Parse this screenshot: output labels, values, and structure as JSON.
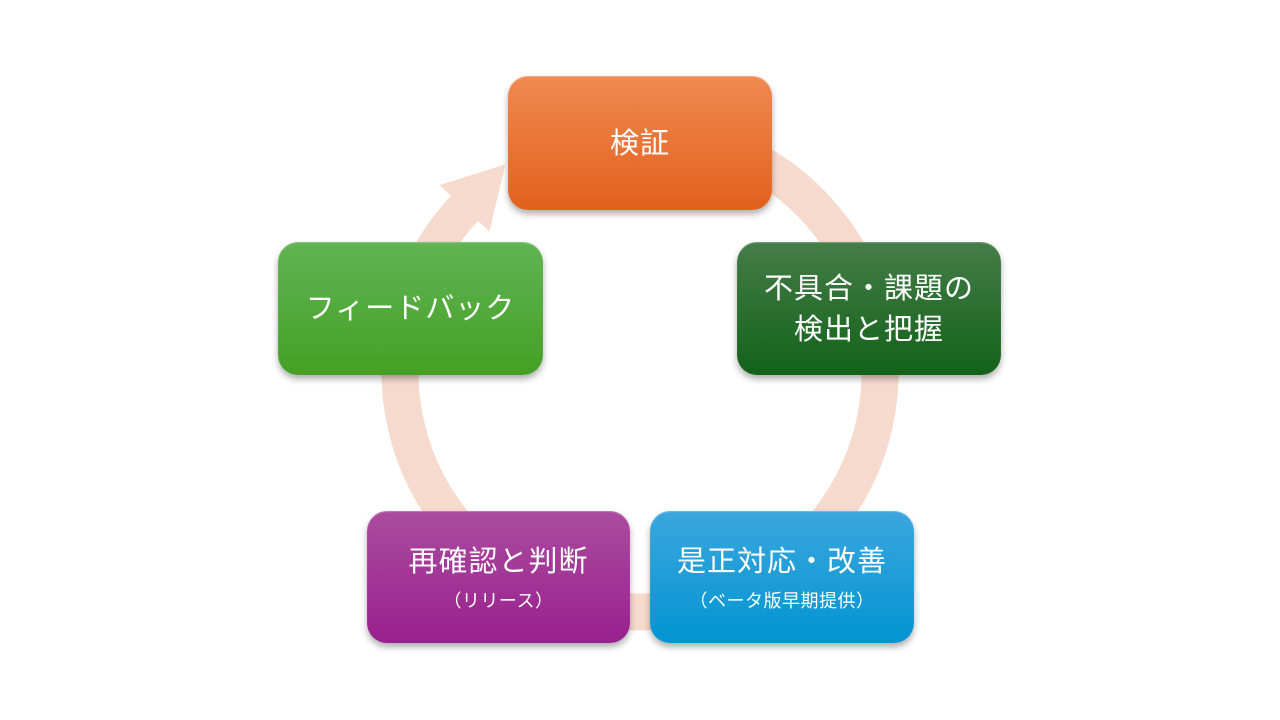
{
  "diagram": {
    "type": "cycle",
    "flow_direction": "clockwise",
    "canvas_background": "#FFFFFF",
    "text_color": "#FFFFFF",
    "arrow_color": "#F7DACE",
    "nodes": [
      {
        "id": "verification",
        "line1": "検証",
        "color_top": "#F08952",
        "color_bottom": "#E2611B"
      },
      {
        "id": "defect-detection",
        "line1": "不具合・課題の",
        "line2": "検出と把握",
        "color_top": "#447D48",
        "color_bottom": "#136219"
      },
      {
        "id": "corrective-action",
        "line1": "是正対応・改善",
        "note": "（ベータ版早期提供）",
        "color_top": "#3CA6DD",
        "color_bottom": "#0295D2"
      },
      {
        "id": "reconfirmation",
        "line1": "再確認と判断",
        "note": "（リリース）",
        "color_top": "#AC4BA0",
        "color_bottom": "#97218D"
      },
      {
        "id": "feedback",
        "line1": "フィードバック",
        "color_top": "#60B454",
        "color_bottom": "#45A024"
      }
    ]
  }
}
